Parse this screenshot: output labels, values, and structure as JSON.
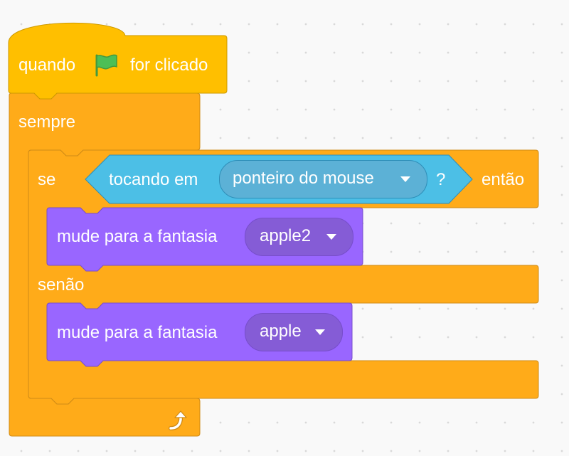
{
  "colors": {
    "events": "#FFBF00",
    "events_border": "#CC9900",
    "control": "#FFAB19",
    "control_border": "#CF8B17",
    "sensing": "#4CBFE6",
    "sensing_border": "#2E8EB8",
    "sensing_menu": "#5CB1D6",
    "looks": "#9966FF",
    "looks_border": "#774DCB",
    "looks_menu": "#855CD6",
    "flag_green": "#4CBF56"
  },
  "hat_block": {
    "prefix": "quando",
    "flag_icon": "green-flag-icon",
    "suffix": "for clicado"
  },
  "forever_block": {
    "label": "sempre",
    "loop_icon": "loop-arrow-icon"
  },
  "if_else_block": {
    "if_label": "se",
    "then_label": "então",
    "else_label": "senão"
  },
  "condition_block": {
    "label": "tocando em",
    "menu_value": "ponteiro do mouse",
    "question_mark": "?"
  },
  "switch_costume_if": {
    "label": "mude para a fantasia",
    "menu_value": "apple2"
  },
  "switch_costume_else": {
    "label": "mude para a fantasia",
    "menu_value": "apple"
  }
}
